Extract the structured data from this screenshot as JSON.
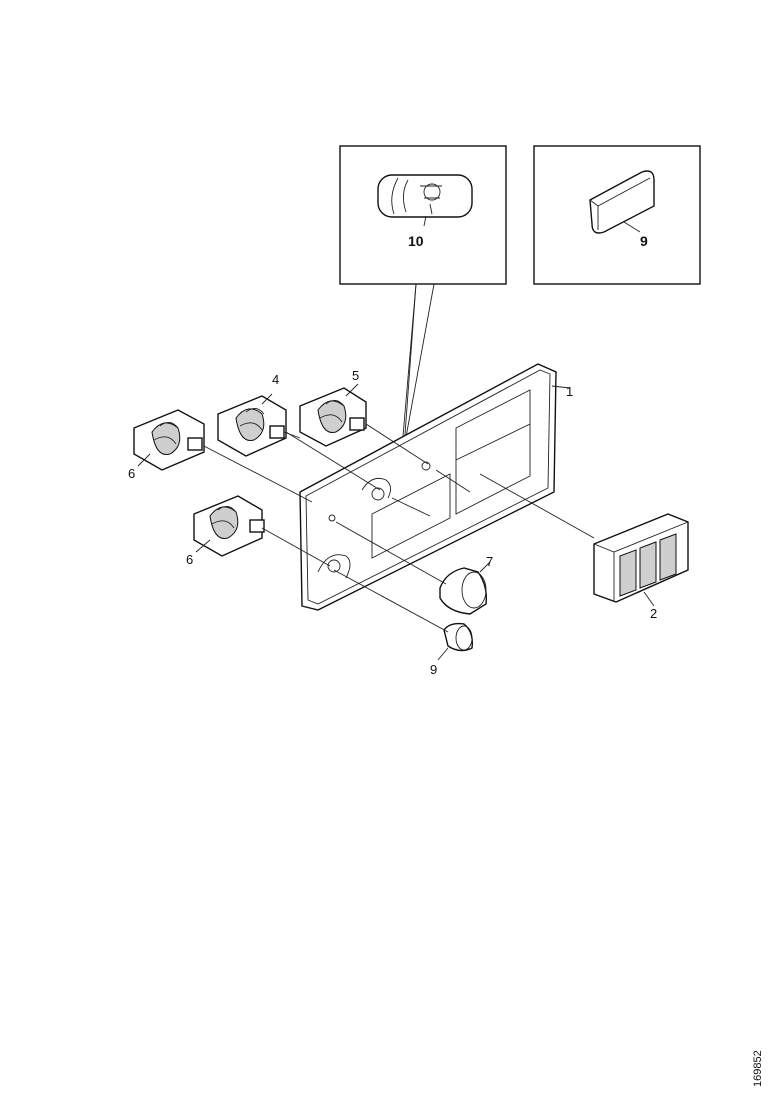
{
  "callouts": {
    "panel": "1",
    "switch_block": "2",
    "knob_large": "7",
    "knob_small": "9",
    "rotary_4": "4",
    "rotary_5": "5",
    "rotary_left_upper": "6",
    "rotary_left_lower": "6",
    "inset_left": "10",
    "inset_right": "9"
  },
  "drawing_number": "169852"
}
